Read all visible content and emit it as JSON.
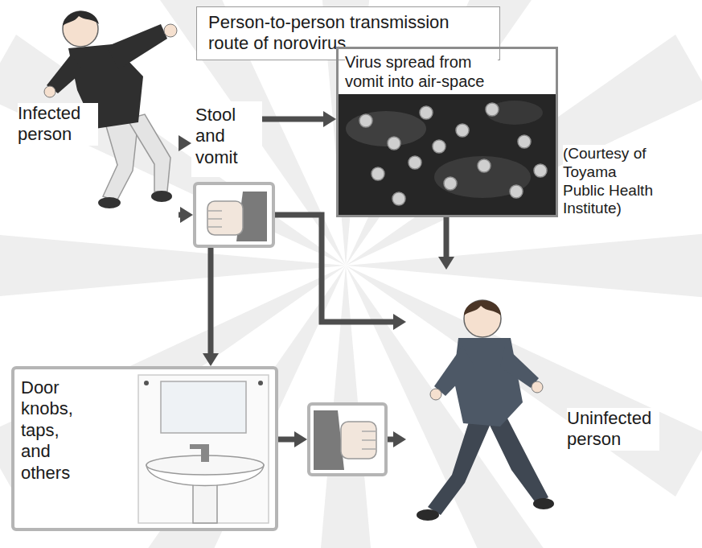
{
  "diagram": {
    "title": "Person-to-person transmission route of norovirus",
    "nodes": [
      {
        "text": [
          "Infected person"
        ]
      },
      {
        "text": [
          "Stool and vomit"
        ]
      },
      {
        "text": [
          "Virus spread from vomit into air-space"
        ]
      },
      {
        "text": []
      },
      {
        "text": [
          "Door knobs, taps, and others"
        ]
      },
      {
        "text": []
      },
      {
        "text": [
          "Uninfected person"
        ]
      }
    ],
    "edges": [
      {
        "from": 0,
        "to": 1,
        "arrow": "to"
      },
      {
        "from": 1,
        "to": 2,
        "arrow": "to"
      },
      {
        "from": 0,
        "to": 3,
        "arrow": "to"
      },
      {
        "from": 2,
        "to": 6,
        "arrow": "to"
      },
      {
        "from": 3,
        "to": 6,
        "arrow": "to"
      },
      {
        "from": 3,
        "to": 4,
        "arrow": "to"
      },
      {
        "from": 4,
        "to": 5,
        "arrow": "to"
      },
      {
        "from": 5,
        "to": 6,
        "arrow": "to"
      }
    ],
    "labels": [
      "(Courtesy of Toyama Public Health Institute)"
    ]
  }
}
